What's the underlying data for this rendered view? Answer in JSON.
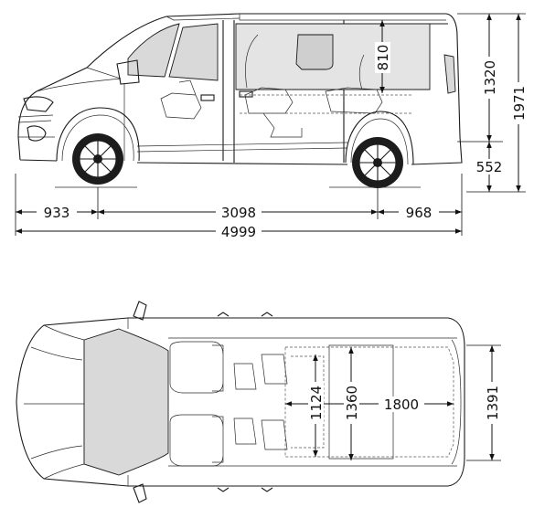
{
  "side_view": {
    "front_overhang": "933",
    "wheelbase": "3098",
    "rear_overhang": "968",
    "overall_length": "4999",
    "overall_height": "1971",
    "body_height_section": "1320",
    "ground_to_floor": "552",
    "window_height": "810"
  },
  "top_view": {
    "load_width_between_arches": "1124",
    "load_width_max": "1360",
    "load_length": "1800",
    "rear_door_width": "1391"
  }
}
